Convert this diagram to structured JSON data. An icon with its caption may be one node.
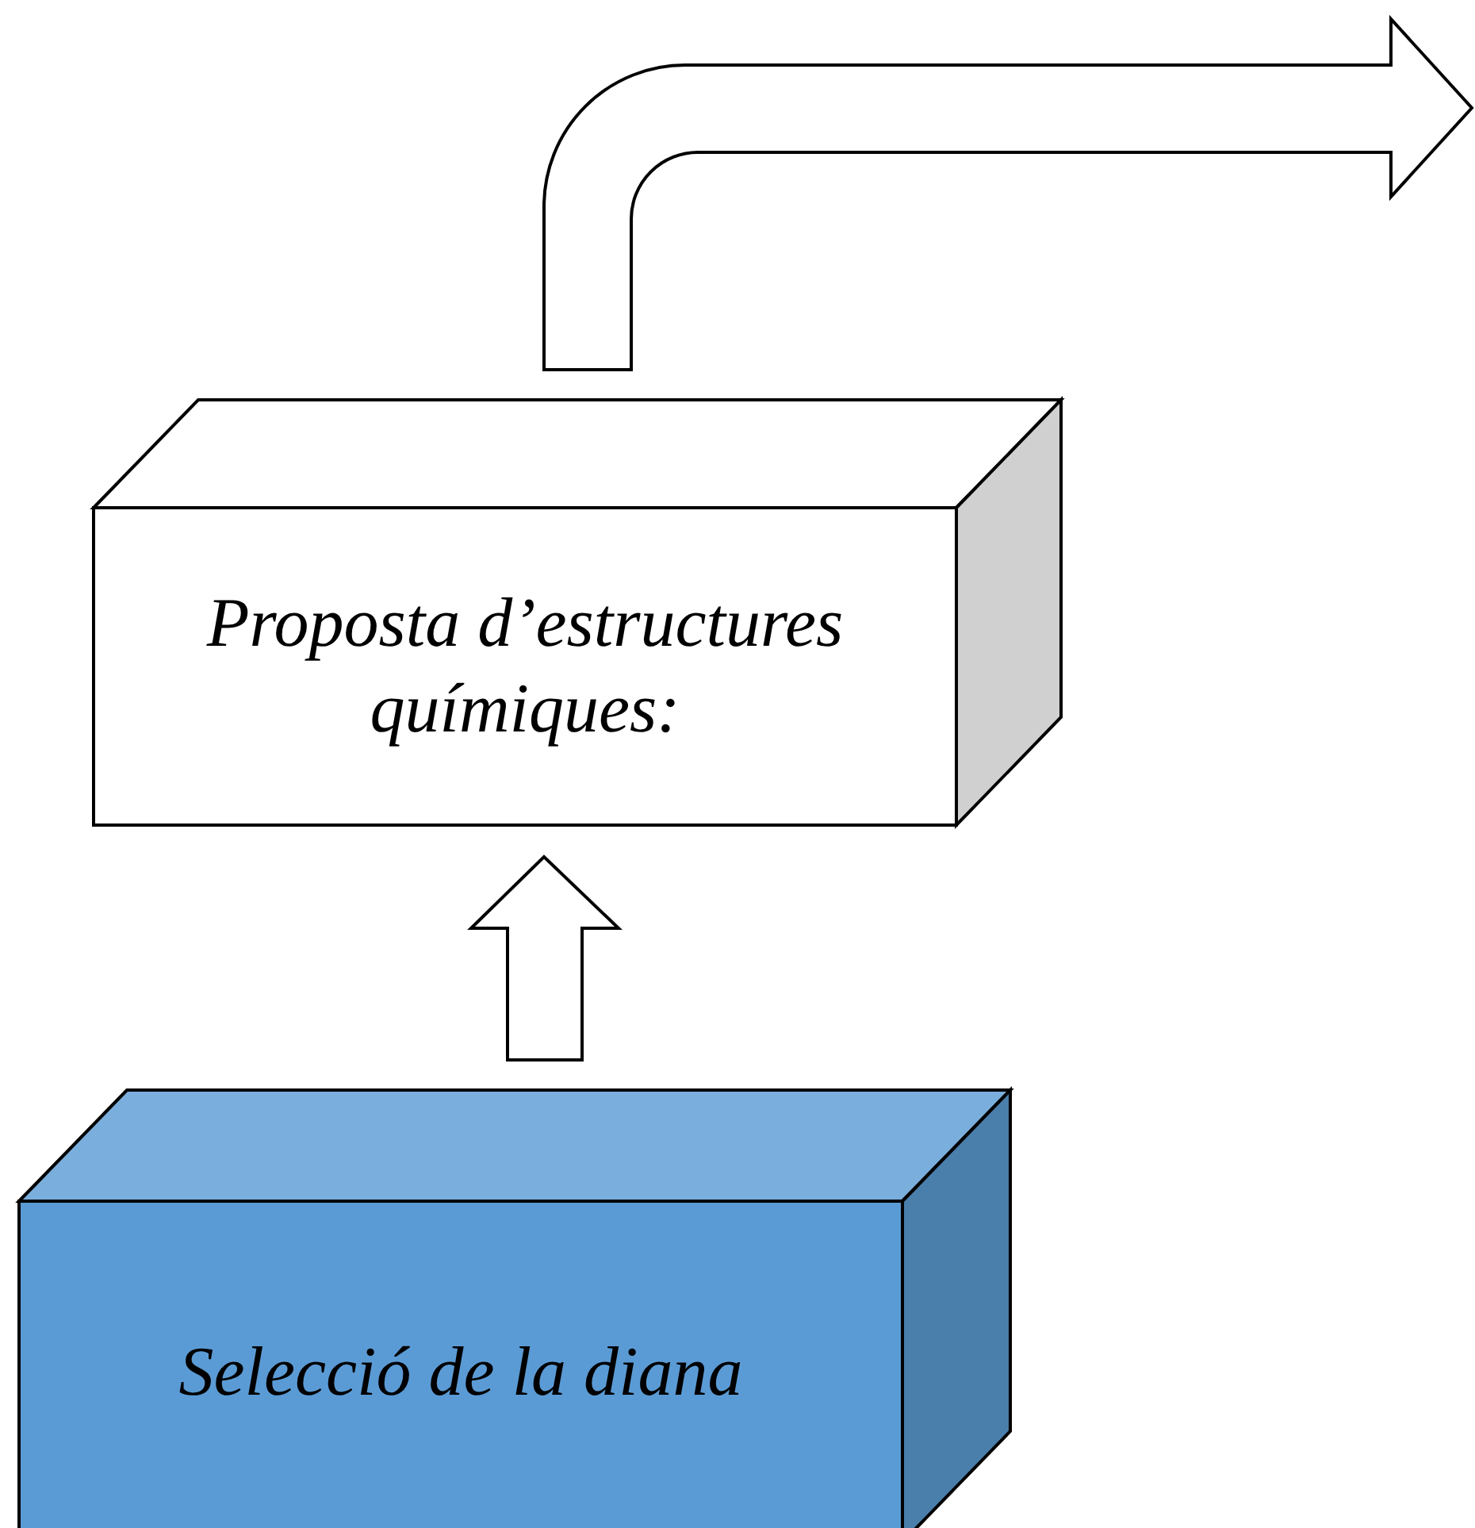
{
  "diagram": {
    "nodes": [
      {
        "text": [
          "Proposta d’estructures químiques:"
        ]
      },
      {
        "text": [
          "Selecció de la diana"
        ]
      }
    ],
    "edges": [
      {
        "from": 1,
        "to": 0,
        "arrow": "to"
      },
      {
        "from": 0,
        "to": null,
        "arrow": "to"
      }
    ]
  }
}
